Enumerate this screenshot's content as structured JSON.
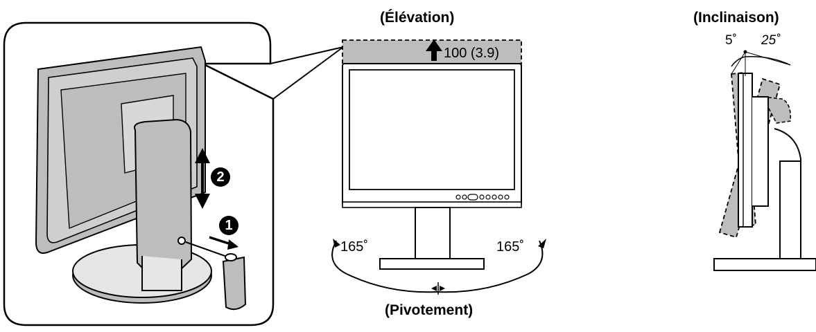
{
  "labels": {
    "elevation_title": "(Élévation)",
    "elevation_value": "100 (3.9)",
    "tilt_title": "(Inclinaison)",
    "tilt_back_angle": "5˚",
    "tilt_forward_angle": "25˚",
    "swivel_title": "(Pivotement)",
    "swivel_left_angle": "165˚",
    "swivel_right_angle": "165˚"
  },
  "steps": {
    "step1": "1",
    "step2": "2"
  },
  "colors": {
    "line": "#000000",
    "gray_fill": "#bdbdbd",
    "light_gray": "#e6e6e6",
    "background": "#ffffff"
  }
}
